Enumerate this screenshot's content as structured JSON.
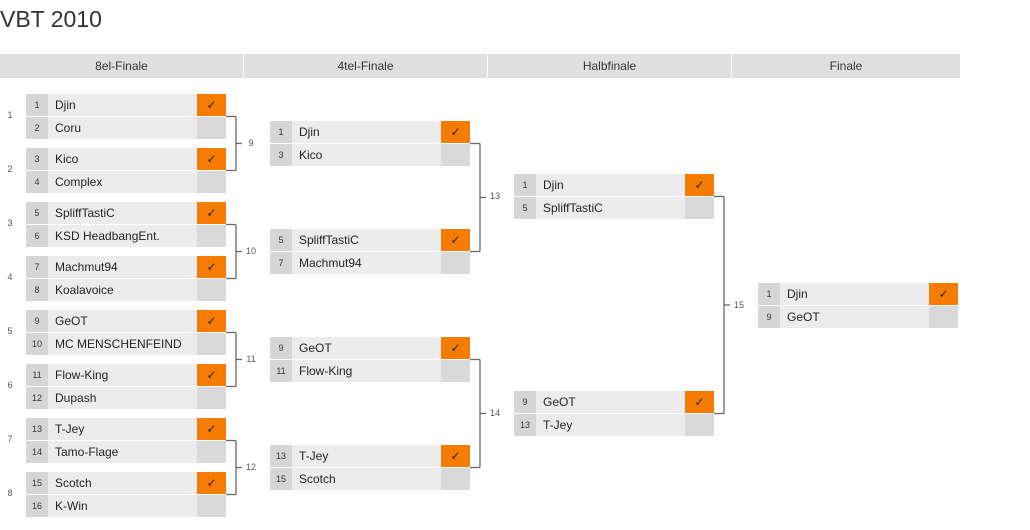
{
  "title": "VBT 2010",
  "check_symbol": "✓",
  "rounds": [
    "8el-Finale",
    "4tel-Finale",
    "Halbfinale",
    "Finale"
  ],
  "matches": [
    {
      "num": "1",
      "teams": [
        {
          "seed": "1",
          "name": "Djin",
          "win": true
        },
        {
          "seed": "2",
          "name": "Coru",
          "win": false
        }
      ]
    },
    {
      "num": "2",
      "teams": [
        {
          "seed": "3",
          "name": "Kico",
          "win": true
        },
        {
          "seed": "4",
          "name": "Complex",
          "win": false
        }
      ]
    },
    {
      "num": "3",
      "teams": [
        {
          "seed": "5",
          "name": "SpliffTastiC",
          "win": true
        },
        {
          "seed": "6",
          "name": "KSD HeadbangEnt.",
          "win": false
        }
      ]
    },
    {
      "num": "4",
      "teams": [
        {
          "seed": "7",
          "name": "Machmut94",
          "win": true
        },
        {
          "seed": "8",
          "name": "Koalavoice",
          "win": false
        }
      ]
    },
    {
      "num": "5",
      "teams": [
        {
          "seed": "9",
          "name": "GeOT",
          "win": true
        },
        {
          "seed": "10",
          "name": "MC MENSCHENFEIND",
          "win": false
        }
      ]
    },
    {
      "num": "6",
      "teams": [
        {
          "seed": "11",
          "name": "Flow-King",
          "win": true
        },
        {
          "seed": "12",
          "name": "Dupash",
          "win": false
        }
      ]
    },
    {
      "num": "7",
      "teams": [
        {
          "seed": "13",
          "name": "T-Jey",
          "win": true
        },
        {
          "seed": "14",
          "name": "Tamo-Flage",
          "win": false
        }
      ]
    },
    {
      "num": "8",
      "teams": [
        {
          "seed": "15",
          "name": "Scotch",
          "win": true
        },
        {
          "seed": "16",
          "name": "K-Win",
          "win": false
        }
      ]
    },
    {
      "num": "9",
      "teams": [
        {
          "seed": "1",
          "name": "Djin",
          "win": true
        },
        {
          "seed": "3",
          "name": "Kico",
          "win": false
        }
      ]
    },
    {
      "num": "10",
      "teams": [
        {
          "seed": "5",
          "name": "SpliffTastiC",
          "win": true
        },
        {
          "seed": "7",
          "name": "Machmut94",
          "win": false
        }
      ]
    },
    {
      "num": "11",
      "teams": [
        {
          "seed": "9",
          "name": "GeOT",
          "win": true
        },
        {
          "seed": "11",
          "name": "Flow-King",
          "win": false
        }
      ]
    },
    {
      "num": "12",
      "teams": [
        {
          "seed": "13",
          "name": "T-Jey",
          "win": true
        },
        {
          "seed": "15",
          "name": "Scotch",
          "win": false
        }
      ]
    },
    {
      "num": "13",
      "teams": [
        {
          "seed": "1",
          "name": "Djin",
          "win": true
        },
        {
          "seed": "5",
          "name": "SpliffTastiC",
          "win": false
        }
      ]
    },
    {
      "num": "14",
      "teams": [
        {
          "seed": "9",
          "name": "GeOT",
          "win": true
        },
        {
          "seed": "13",
          "name": "T-Jey",
          "win": false
        }
      ]
    },
    {
      "num": "15",
      "teams": [
        {
          "seed": "1",
          "name": "Djin",
          "win": true
        },
        {
          "seed": "9",
          "name": "GeOT",
          "win": false
        }
      ]
    }
  ],
  "colors": {
    "win": "#f57c00",
    "header": "#e0e0e0",
    "line": "#666666"
  }
}
